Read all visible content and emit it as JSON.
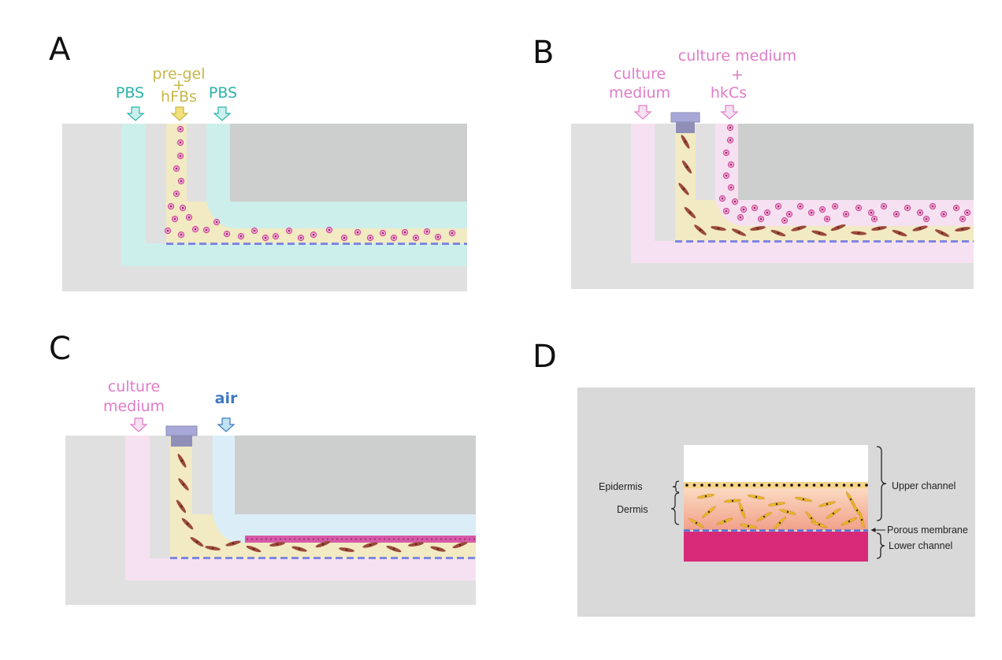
{
  "panels": {
    "A": {
      "letter": "A",
      "labels": {
        "pbs_left": "PBS",
        "pregel_1": "pre-gel",
        "pregel_2": "+",
        "pregel_3": "hFBs",
        "pbs_right": "PBS"
      }
    },
    "B": {
      "letter": "B",
      "labels": {
        "medium_1": "culture",
        "medium_2": "medium",
        "medium_hk_1": "culture medium",
        "medium_hk_2": "+",
        "medium_hk_3": "hkCs"
      }
    },
    "C": {
      "letter": "C",
      "labels": {
        "medium_1": "culture",
        "medium_2": "medium",
        "air": "air"
      }
    },
    "D": {
      "letter": "D",
      "labels": {
        "epidermis": "Epidermis",
        "dermis": "Dermis",
        "upper_channel": "Upper channel",
        "porous_membrane": "Porous membrane",
        "lower_channel": "Lower channel"
      }
    }
  },
  "colors": {
    "chip_outer": "#e0e0e0",
    "chip_block": "#cdcfce",
    "pbs_channel": "#ccefec",
    "gel": "#f2eac2",
    "medium_channel": "#f6e1f2",
    "air_channel": "#dbeef7",
    "membrane": "#7f86e0",
    "cell_pink": "#c8418f",
    "fibroblast": "#9a4a3c",
    "pbs_text": "#2bb3a9",
    "gel_text": "#c7b648",
    "medium_text": "#e07bc7",
    "air_text": "#3f78c2",
    "lower_channel": "#d82a78",
    "dermis_top": "#fbe2c8",
    "dermis_bottom": "#f2a08a"
  }
}
